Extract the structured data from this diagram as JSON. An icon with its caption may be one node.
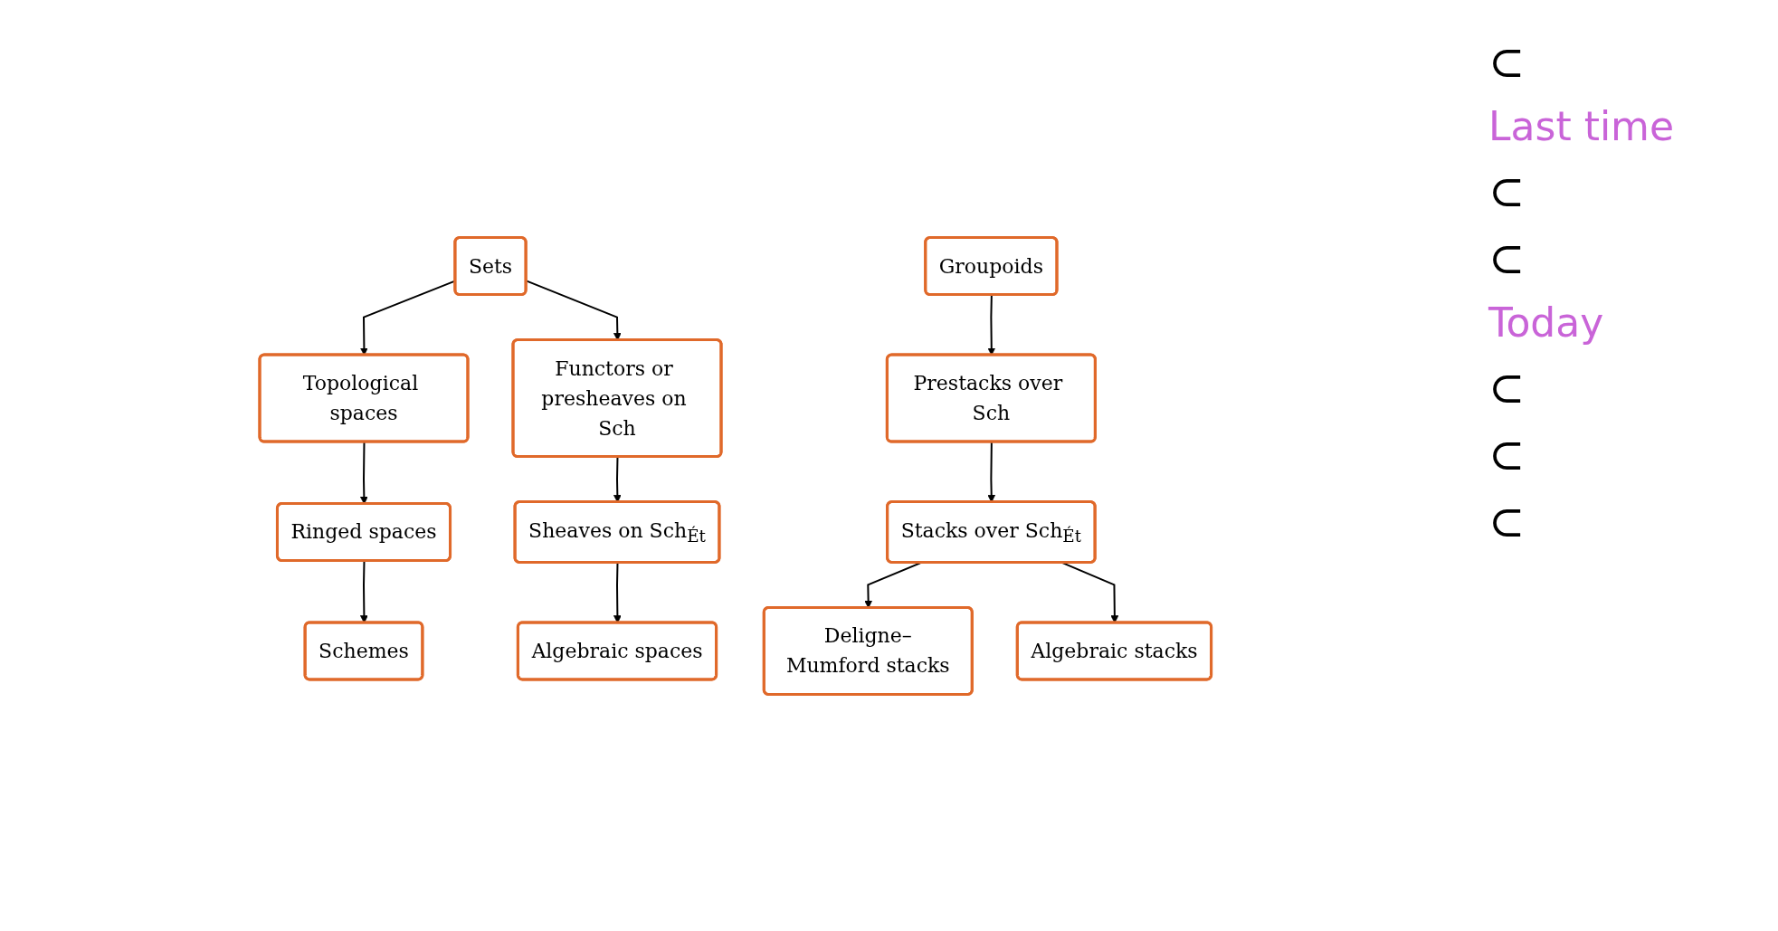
{
  "diagram": {
    "nodes": [
      {
        "text": [
          "Sets"
        ]
      },
      {
        "text": [
          "Groupoids"
        ]
      },
      {
        "text": [
          "Topological spaces"
        ]
      },
      {
        "text": [
          "Functors or presheaves on Sch"
        ]
      },
      {
        "text": [
          "Prestacks over Sch"
        ]
      },
      {
        "text": [
          "Ringed spaces"
        ]
      },
      {
        "text": [
          "Sheaves on Sch$_{Ét}$"
        ]
      },
      {
        "text": [
          "Stacks over Sch$_{Ét}$"
        ]
      },
      {
        "text": [
          "Schemes"
        ]
      },
      {
        "text": [
          "Algebraic spaces"
        ]
      },
      {
        "text": [
          "Deligne–Mumford stacks"
        ]
      },
      {
        "text": [
          "Algebraic stacks"
        ]
      }
    ],
    "edges": [
      {
        "from": 0,
        "to": 2,
        "arrow": "to"
      },
      {
        "from": 0,
        "to": 3,
        "arrow": "to"
      },
      {
        "from": 1,
        "to": 4,
        "arrow": "to"
      },
      {
        "from": 2,
        "to": 5,
        "arrow": "to"
      },
      {
        "from": 3,
        "to": 6,
        "arrow": "to"
      },
      {
        "from": 4,
        "to": 7,
        "arrow": "to"
      },
      {
        "from": 5,
        "to": 8,
        "arrow": "to"
      },
      {
        "from": 6,
        "to": 9,
        "arrow": "to"
      },
      {
        "from": 7,
        "to": 10,
        "arrow": "to"
      },
      {
        "from": 7,
        "to": 11,
        "arrow": "to"
      }
    ],
    "labels": [
      "⊂",
      "Last time",
      "⊂",
      "⊂",
      "Today",
      "⊂",
      "⊂",
      "⊂"
    ]
  }
}
